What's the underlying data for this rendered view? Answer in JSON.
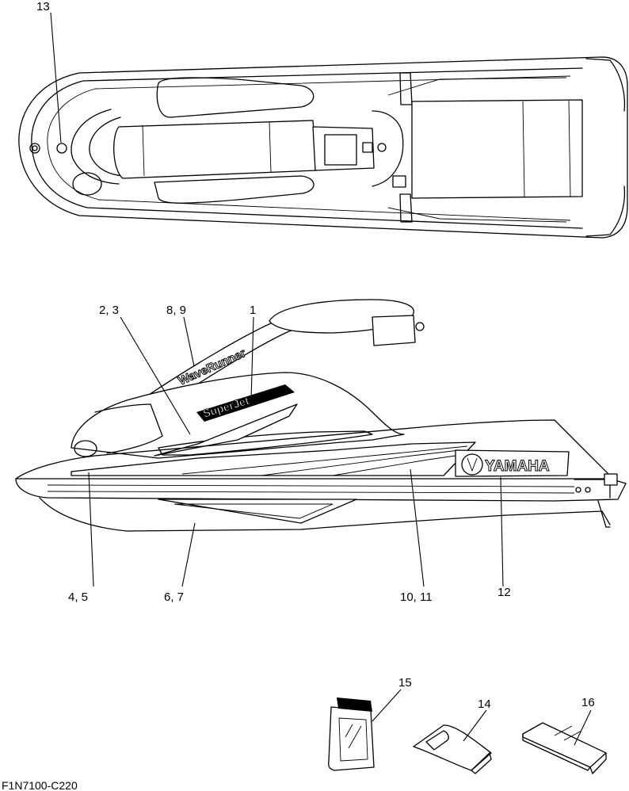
{
  "callouts": {
    "c1": "1",
    "c2_3": "2, 3",
    "c4_5": "4, 5",
    "c6_7": "6, 7",
    "c8_9": "8, 9",
    "c10_11": "10, 11",
    "c12": "12",
    "c13": "13",
    "c14": "14",
    "c15": "15",
    "c16": "16"
  },
  "decals": {
    "brand_side": "YAMAHA",
    "model_boom": "WaveRunner",
    "model_hood": "SuperJet"
  },
  "figure_code": "F1N7100-C220"
}
